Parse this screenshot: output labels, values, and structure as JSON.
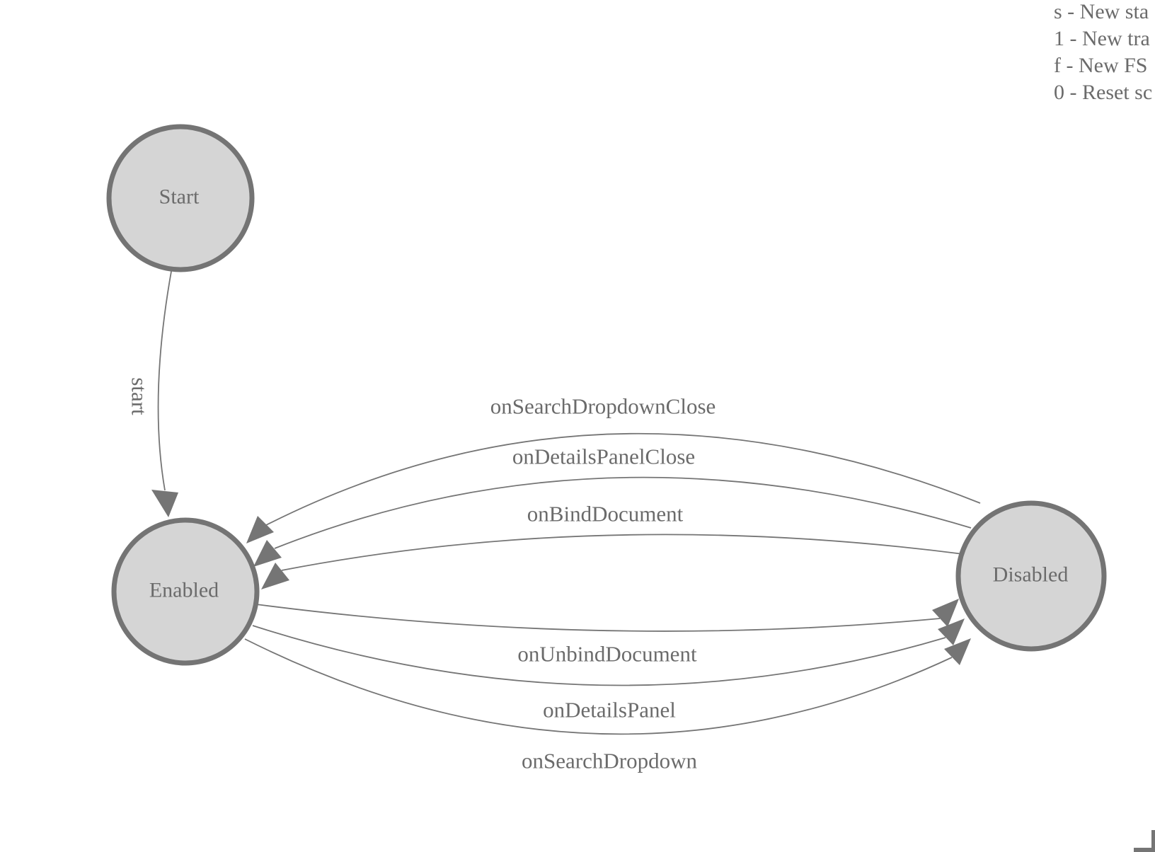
{
  "diagram": {
    "kind": "finite-state-machine",
    "background": "#ffffff"
  },
  "legend": {
    "lines": [
      "s - New sta",
      "1 - New tra",
      "f - New FS",
      "0 - Reset sc"
    ]
  },
  "states": [
    {
      "id": "start",
      "label": "Start"
    },
    {
      "id": "enabled",
      "label": "Enabled"
    },
    {
      "id": "disabled",
      "label": "Disabled"
    }
  ],
  "transitions": [
    {
      "label": "start",
      "from": "Start",
      "to": "Enabled"
    },
    {
      "label": "onSearchDropdownClose",
      "from": "Disabled",
      "to": "Enabled"
    },
    {
      "label": "onDetailsPanelClose",
      "from": "Disabled",
      "to": "Enabled"
    },
    {
      "label": "onBindDocument",
      "from": "Disabled",
      "to": "Enabled"
    },
    {
      "label": "onUnbindDocument",
      "from": "Enabled",
      "to": "Disabled"
    },
    {
      "label": "onDetailsPanel",
      "from": "Enabled",
      "to": "Disabled"
    },
    {
      "label": "onSearchDropdown",
      "from": "Enabled",
      "to": "Disabled"
    }
  ],
  "colors": {
    "state_fill": "#d5d5d5",
    "state_stroke": "#747474",
    "edge_stroke": "#757575",
    "arrow_fill": "#757575",
    "label_text": "#6b6b6b",
    "background": "#ffffff"
  }
}
